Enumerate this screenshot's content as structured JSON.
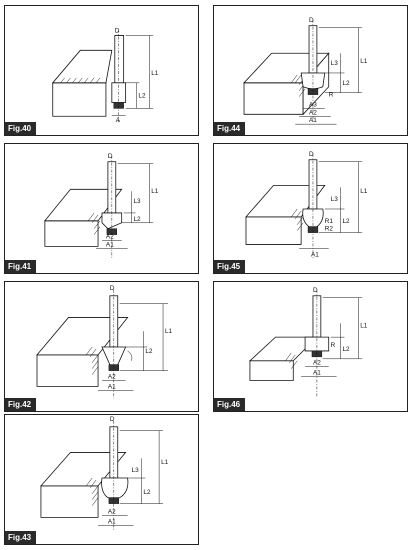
{
  "figures": [
    {
      "id": "fig40",
      "label": "Fig.40",
      "dims": [
        "D",
        "L1",
        "L2",
        "A"
      ]
    },
    {
      "id": "fig44",
      "label": "Fig.44",
      "dims": [
        "D",
        "L1",
        "L3",
        "L2",
        "R",
        "A3",
        "A2",
        "A1"
      ]
    },
    {
      "id": "fig41",
      "label": "Fig.41",
      "dims": [
        "D",
        "L1",
        "L3",
        "L2",
        "A2",
        "A1"
      ]
    },
    {
      "id": "fig45",
      "label": "Fig.45",
      "dims": [
        "D",
        "L1",
        "L3",
        "L2",
        "R1",
        "R2",
        "A1"
      ]
    },
    {
      "id": "fig42",
      "label": "Fig.42",
      "dims": [
        "D",
        "L1",
        "L2",
        "A2",
        "A1"
      ]
    },
    {
      "id": "fig46",
      "label": "Fig.46",
      "dims": [
        "D",
        "L1",
        "L2",
        "R",
        "A2",
        "A1"
      ]
    },
    {
      "id": "fig43",
      "label": "Fig.43",
      "dims": [
        "D",
        "L1",
        "L3",
        "L2",
        "A2",
        "A1"
      ]
    }
  ]
}
